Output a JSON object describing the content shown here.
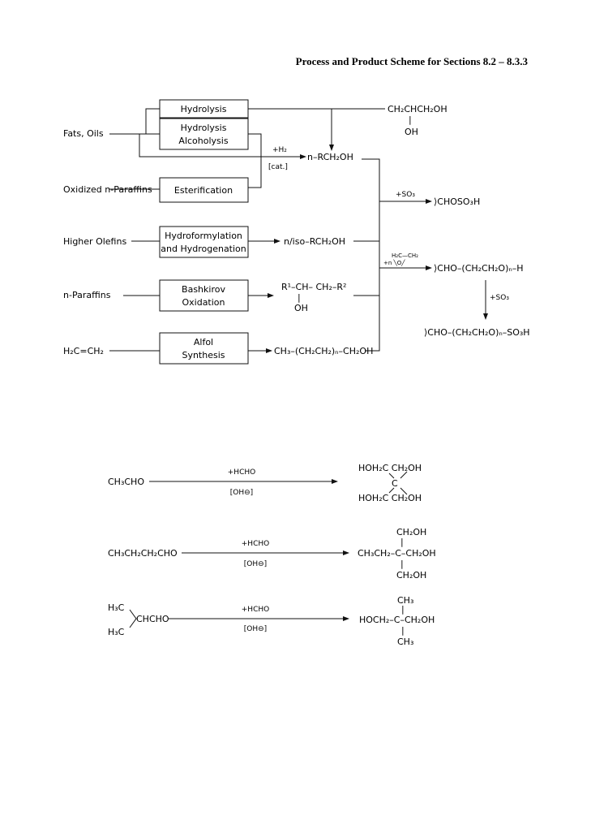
{
  "title": "Process and Product Scheme for Sections 8.2 – 8.3.3",
  "scheme": {
    "inputs": {
      "fats_oils": "Fats, Oils",
      "oxidized_paraffins": "Oxidized n-Paraffins",
      "higher_olefins": "Higher Olefins",
      "n_paraffins": "n-Paraffins",
      "ethylene": "H₂C=CH₂"
    },
    "processes": {
      "hydrolysis": "Hydrolysis",
      "hydrolysis_alc_1": "Hydrolysis",
      "hydrolysis_alc_2": "Alcoholysis",
      "esterification": "Esterification",
      "hydroformylation_1": "Hydroformylation",
      "hydroformylation_2": "and Hydrogenation",
      "bashkirov_1": "Bashkirov",
      "bashkirov_2": "Oxidation",
      "alfol_1": "Alfol",
      "alfol_2": "Synthesis"
    },
    "conditions": {
      "h2": "+H₂",
      "cat": "[cat.]",
      "so3": "+SO₃",
      "so3_2": "+SO₃",
      "eo_ring_top": "H₂C—CH₂",
      "eo_ring_bottom": "+n  ╲O╱"
    },
    "products": {
      "glycerol_top": "CH₂CHCH₂OH",
      "glycerol_bar": "|",
      "glycerol_oh": "OH",
      "n_alcohol": "n–RCH₂OH",
      "iso_alcohol": "n/iso–RCH₂OH",
      "sec_alcohol_top": "R¹–CH– CH₂–R²",
      "sec_alcohol_bar": "|",
      "sec_alcohol_oh": "OH",
      "alfol_alcohol": "CH₃–(CH₂CH₂)ₙ–CH₂OH",
      "sulfate": "⟩CHOSO₃H",
      "ethoxylate": "⟩CHO–(CH₂CH₂O)ₙ–H",
      "ether_sulfate": "⟩CHO–(CH₂CH₂O)ₙ–SO₃H"
    }
  },
  "reactions": [
    {
      "reactant": "CH₃CHO",
      "reagent": "+HCHO",
      "catalyst": "[OH⊖]",
      "product_lines": [
        "HOH₂C      CH₂OH",
        "C",
        "HOH₂C      CH₂OH"
      ]
    },
    {
      "reactant": "CH₃CH₂CH₂CHO",
      "reagent": "+HCHO",
      "catalyst": "[OH⊖]",
      "product_lines": [
        "CH₂OH",
        "|",
        "CH₃CH₂–C–CH₂OH",
        "|",
        "CH₂OH"
      ]
    },
    {
      "reactant_lines": [
        "H₃C",
        "CHCHO",
        "H₃C"
      ],
      "reagent": "+HCHO",
      "catalyst": "[OH⊖]",
      "product_lines": [
        "CH₃",
        "|",
        "HOCH₂–C–CH₂OH",
        "|",
        "CH₃"
      ]
    }
  ]
}
